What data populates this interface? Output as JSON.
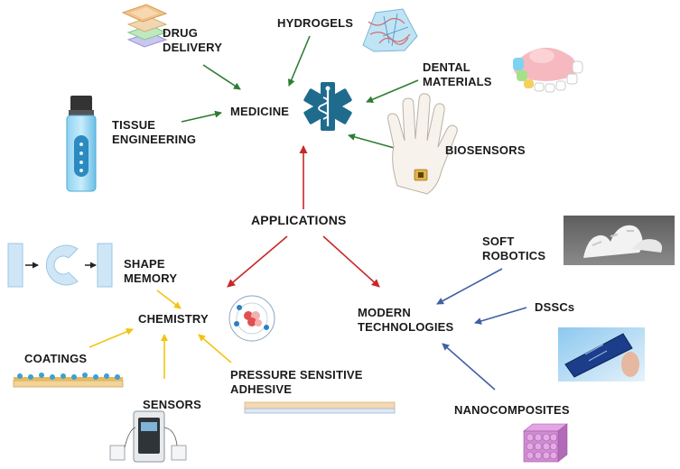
{
  "center": {
    "label": "APPLICATIONS"
  },
  "hubs": {
    "medicine": "MEDICINE",
    "chemistry": "CHEMISTRY",
    "modern_technologies": [
      "MODERN",
      "TECHNOLOGIES"
    ]
  },
  "medicine_items": {
    "drug_delivery": [
      "DRUG",
      "DELIVERY"
    ],
    "hydrogels": "HYDROGELS",
    "dental_materials": [
      "DENTAL",
      "MATERIALS"
    ],
    "tissue_engineering": [
      "TISSUE",
      "ENGINEERING"
    ],
    "biosensors": "BIOSENSORS"
  },
  "chemistry_items": {
    "shape_memory": [
      "SHAPE",
      "MEMORY"
    ],
    "coatings": "COATINGS",
    "sensors": "SENSORS",
    "pressure_sensitive_adhesive": [
      "PRESSURE SENSITIVE",
      "ADHESIVE"
    ]
  },
  "technology_items": {
    "soft_robotics": [
      "SOFT",
      "ROBOTICS"
    ],
    "dsscs": "DSSCs",
    "nanocomposites": "NANOCOMPOSITES"
  },
  "colors": {
    "medicine_arrows": "#2e7d32",
    "applications_arrows": "#c62828",
    "chemistry_arrows": "#f2c40f",
    "technology_arrows": "#3f5fa6",
    "medical_star": "#1f6b8e"
  }
}
